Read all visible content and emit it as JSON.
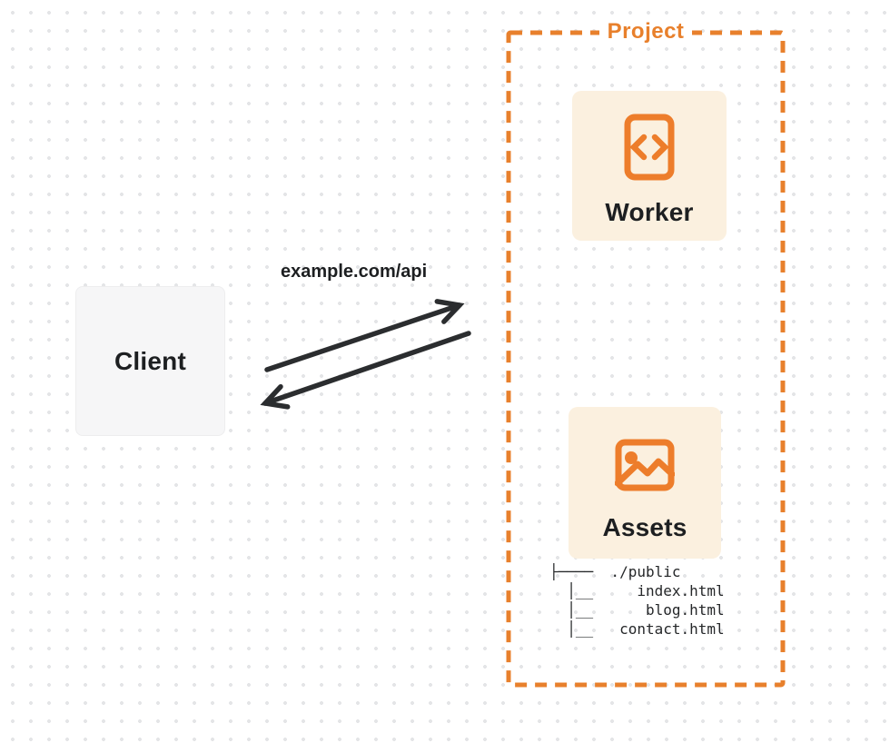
{
  "diagram": {
    "project": {
      "label": "Project"
    },
    "nodes": {
      "client": {
        "label": "Client"
      },
      "worker": {
        "label": "Worker",
        "icon": "code-file-icon"
      },
      "assets": {
        "label": "Assets",
        "icon": "image-icon"
      }
    },
    "request": {
      "label": "example.com/api"
    },
    "file_tree": {
      "lines": [
        "├────  ./public",
        "  │__     index.html",
        "  │__      blog.html",
        "  │__   contact.html"
      ]
    },
    "colors": {
      "accent_orange": "#e8802c",
      "card_background": "#fbf0df",
      "client_background": "#f6f6f7",
      "arrow": "#2b2d2f",
      "text_dark": "#1d1f21",
      "dot_grid": "#e4e5e7"
    }
  }
}
